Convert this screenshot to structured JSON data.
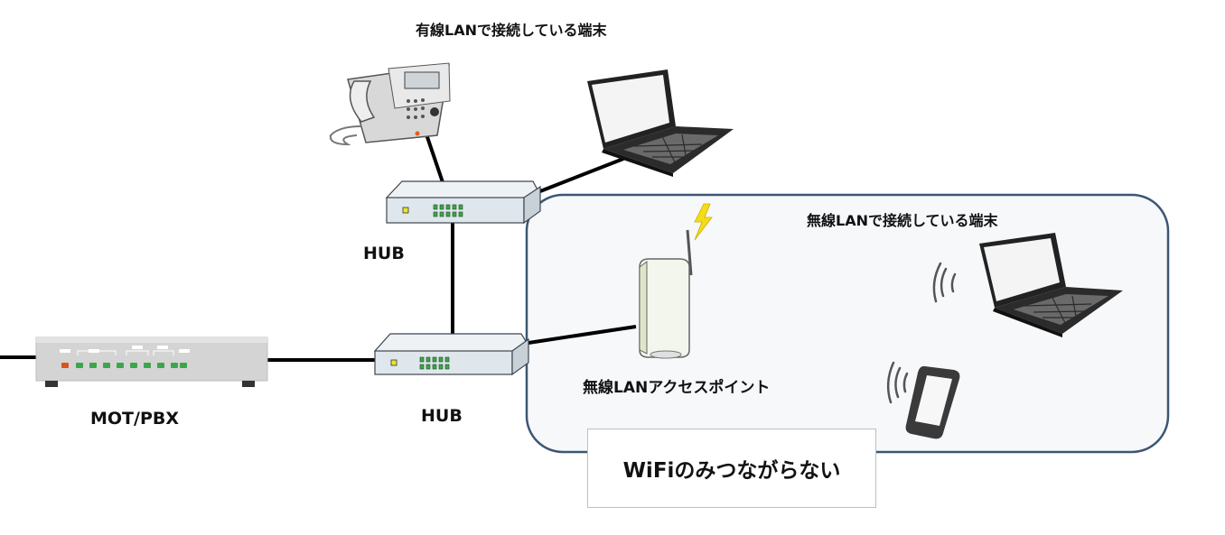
{
  "labels": {
    "wired_terminals": "有線LANで接続している端末",
    "wireless_terminals": "無線LANで接続している端末",
    "hub_top": "HUB",
    "hub_bottom": "HUB",
    "mot_pbx": "MOT/PBX",
    "access_point": "無線LANアクセスポイント"
  },
  "status": {
    "message": "WiFiのみつながらない"
  },
  "colors": {
    "wireless_zone_border": "#3b5675",
    "wireless_zone_fill": "#f6f8fa",
    "cable": "#000000",
    "device_body": "#dfe6ec",
    "port_led": "#3ca64a",
    "alert_led": "#d9531e",
    "lightning": "#f5dc18"
  },
  "icons": [
    "phone-icon",
    "laptop-icon",
    "hub-icon",
    "pbx-icon",
    "access-point-icon",
    "smartphone-icon",
    "wifi-signal-icon",
    "lightning-icon"
  ]
}
